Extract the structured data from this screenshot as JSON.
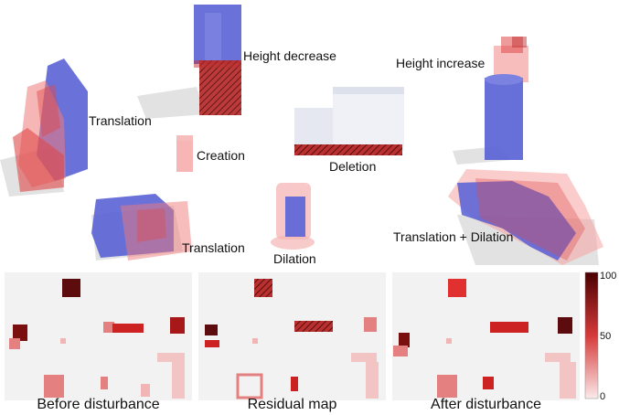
{
  "labels": {
    "translation_1": "Translation",
    "height_decrease": "Height decrease",
    "height_increase": "Height increase",
    "creation": "Creation",
    "deletion": "Deletion",
    "translation_2": "Translation",
    "dilation": "Dilation",
    "translation_dilation": "Translation + Dilation"
  },
  "panels": {
    "before": "Before disturbance",
    "residual": "Residual map",
    "after": "After disturbance"
  },
  "colorbar": {
    "max": "100",
    "mid": "50",
    "min": "0"
  },
  "colors": {
    "building_blue": "#5a63d6",
    "overlay_red": "#f07a7a",
    "hatch_dark_red": "#8b1a1a",
    "panel_bg": "#f2f2f2"
  }
}
